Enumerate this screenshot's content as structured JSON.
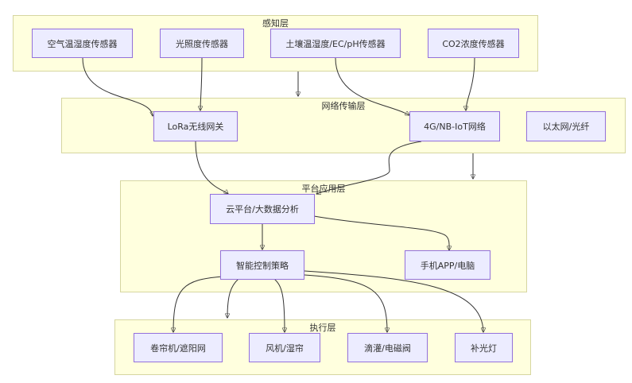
{
  "layers": {
    "perception": "感知层",
    "network": "网络传输层",
    "platform": "平台应用层",
    "execution": "执行层"
  },
  "nodes": {
    "air_sensor": "空气温湿度传感器",
    "light_sensor": "光照度传感器",
    "soil_sensor": "土壤温湿度/EC/pH传感器",
    "co2_sensor": "CO2浓度传感器",
    "lora_gateway": "LoRa无线网关",
    "nbiot_network": "4G/NB-IoT网络",
    "ethernet": "以太网/光纤",
    "cloud_platform": "云平台/大数据分析",
    "smart_control": "智能控制策略",
    "mobile_app": "手机APP/电脑",
    "curtain": "卷帘机/遮阳网",
    "fan": "风机/湿帘",
    "irrigation": "滴灌/电磁阀",
    "grow_light": "补光灯"
  },
  "colors": {
    "layer_fill": "#ffffde",
    "layer_border": "#d6d6a0",
    "node_fill": "#ececff",
    "node_border": "#9370db",
    "edge": "#333333"
  }
}
